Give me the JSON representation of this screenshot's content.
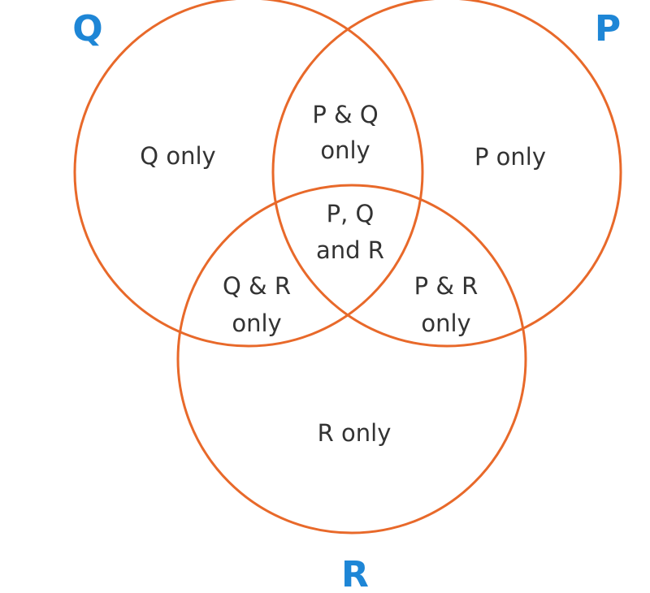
{
  "colors": {
    "circle_stroke": "#e8692a",
    "set_label": "#1e86d6",
    "region_text": "#333333",
    "background": "#ffffff"
  },
  "sets": {
    "q": "Q",
    "p": "P",
    "r": "R"
  },
  "regions": {
    "q_only": "Q only",
    "p_only": "P only",
    "r_only": "R only",
    "pq_line1": "P & Q",
    "pq_line2": "only",
    "pqr_line1": "P, Q",
    "pqr_line2": "and R",
    "qr_line1": "Q & R",
    "qr_line2": "only",
    "pr_line1": "P & R",
    "pr_line2": "only"
  }
}
